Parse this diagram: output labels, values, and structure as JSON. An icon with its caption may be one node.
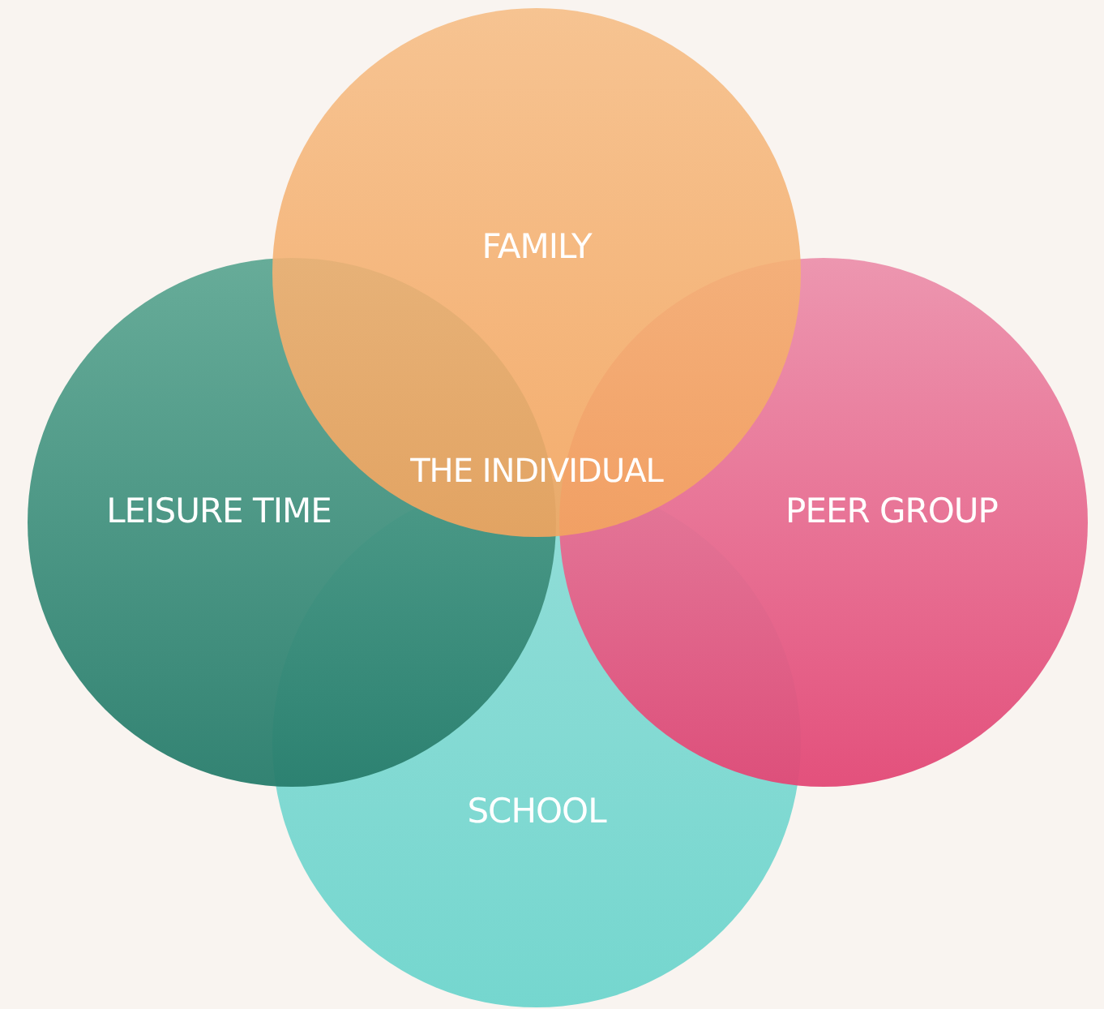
{
  "diagram": {
    "nodes": [
      {
        "text": [
          "FAMILY"
        ]
      },
      {
        "text": [
          "LEISURE TIME"
        ]
      },
      {
        "text": [
          "PEER GROUP"
        ]
      },
      {
        "text": [
          "SCHOOL"
        ]
      }
    ],
    "labels": [
      "THE INDIVIDUAL"
    ]
  }
}
